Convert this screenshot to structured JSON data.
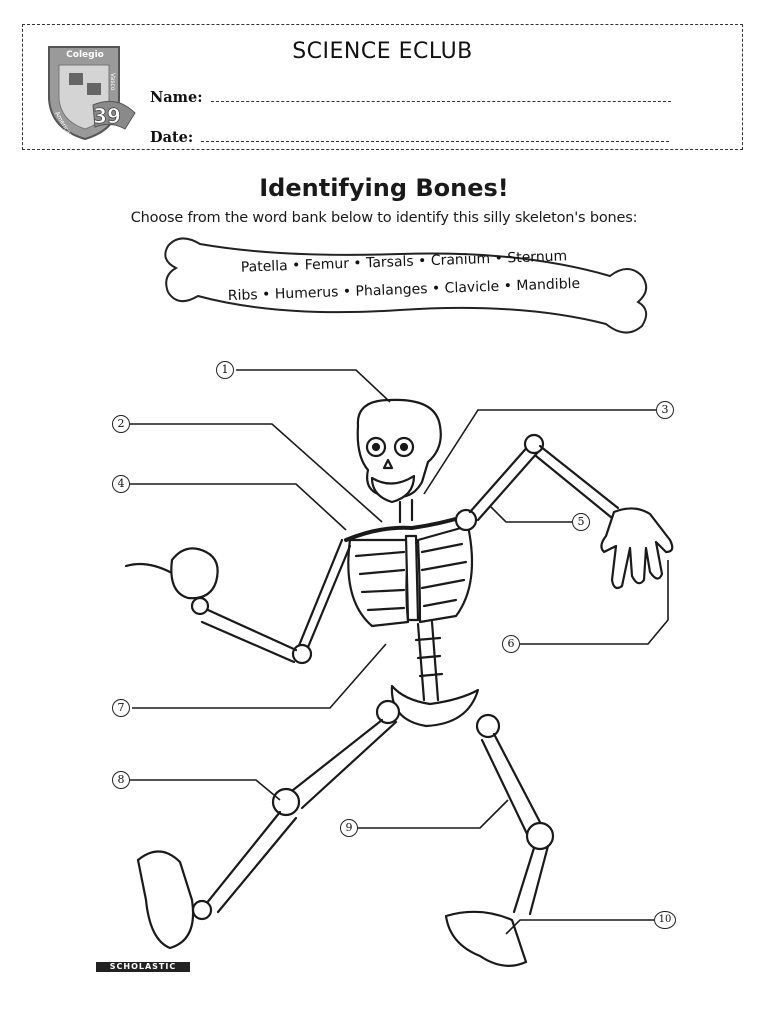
{
  "header": {
    "club_title": "SCIENCE ECLUB",
    "name_label": "Name:",
    "date_label": "Date:",
    "logo": {
      "icon": "school-crest-icon",
      "text_top": "Colegio",
      "text_side": "Americano",
      "text_side2": "Vasco",
      "anniversary": "39"
    }
  },
  "worksheet": {
    "title": "Identifying Bones!",
    "instructions": "Choose from the word bank below to identify this silly skeleton's bones:",
    "word_bank_line1": "Patella • Femur • Tarsals • Cranium • Sternum",
    "word_bank_line2": "Ribs • Humerus • Phalanges • Clavicle • Mandible"
  },
  "labels": [
    "1",
    "2",
    "3",
    "4",
    "5",
    "6",
    "7",
    "8",
    "9",
    "10"
  ],
  "footer": {
    "publisher": "SCHOLASTIC"
  }
}
